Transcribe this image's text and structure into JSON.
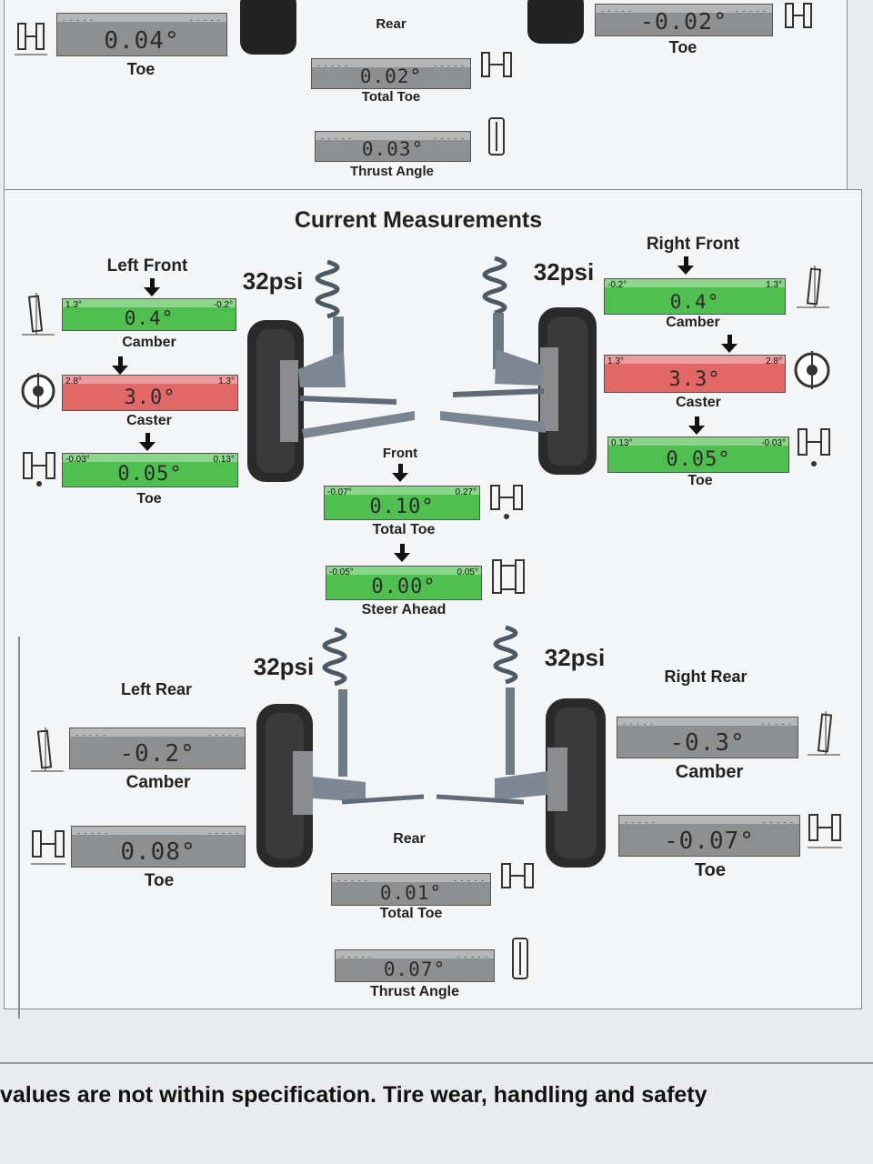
{
  "top_section": {
    "left_toe": {
      "value": "0.04°",
      "label": "Toe"
    },
    "right_toe": {
      "value": "-0.02°",
      "label": "Toe"
    },
    "rear_label": "Rear",
    "total_toe": {
      "value": "0.02°",
      "label": "Total Toe"
    },
    "thrust_angle": {
      "value": "0.03°",
      "label": "Thrust Angle"
    }
  },
  "current": {
    "title": "Current Measurements",
    "left_front": {
      "heading": "Left Front",
      "pressure": "32psi",
      "camber": {
        "value": "0.4°",
        "label": "Camber",
        "min": "1.3°",
        "max": "-0.2°",
        "status": "green"
      },
      "caster": {
        "value": "3.0°",
        "label": "Caster",
        "min": "2.8°",
        "max": "1.3°",
        "status": "red"
      },
      "toe": {
        "value": "0.05°",
        "label": "Toe",
        "min": "-0.03°",
        "max": "0.13°",
        "status": "green"
      }
    },
    "right_front": {
      "heading": "Right Front",
      "pressure": "32psi",
      "camber": {
        "value": "0.4°",
        "label": "Camber",
        "min": "-0.2°",
        "max": "1.3°",
        "status": "green"
      },
      "caster": {
        "value": "3.3°",
        "label": "Caster",
        "min": "1.3°",
        "max": "2.8°",
        "status": "red"
      },
      "toe": {
        "value": "0.05°",
        "label": "Toe",
        "min": "0.13°",
        "max": "-0.03°",
        "status": "green"
      }
    },
    "front": {
      "label": "Front",
      "total_toe": {
        "value": "0.10°",
        "label": "Total Toe",
        "min": "-0.07°",
        "max": "0.27°",
        "status": "green"
      },
      "steer_ahead": {
        "value": "0.00°",
        "label": "Steer Ahead",
        "min": "-0.05°",
        "max": "0.05°",
        "status": "green"
      }
    },
    "left_rear": {
      "heading": "Left Rear",
      "pressure": "32psi",
      "camber": {
        "value": "-0.2°",
        "label": "Camber"
      },
      "toe": {
        "value": "0.08°",
        "label": "Toe"
      }
    },
    "right_rear": {
      "heading": "Right Rear",
      "pressure": "32psi",
      "camber": {
        "value": "-0.3°",
        "label": "Camber"
      },
      "toe": {
        "value": "-0.07°",
        "label": "Toe"
      }
    },
    "rear": {
      "label": "Rear",
      "total_toe": {
        "value": "0.01°",
        "label": "Total Toe"
      },
      "thrust_angle": {
        "value": "0.07°",
        "label": "Thrust Angle"
      }
    }
  },
  "footer_text": "values are not within specification.  Tire wear, handling and safety",
  "colors": {
    "in_spec": "#4fc04f",
    "out_of_spec": "#e26767",
    "no_spec": "#8e8f91"
  }
}
